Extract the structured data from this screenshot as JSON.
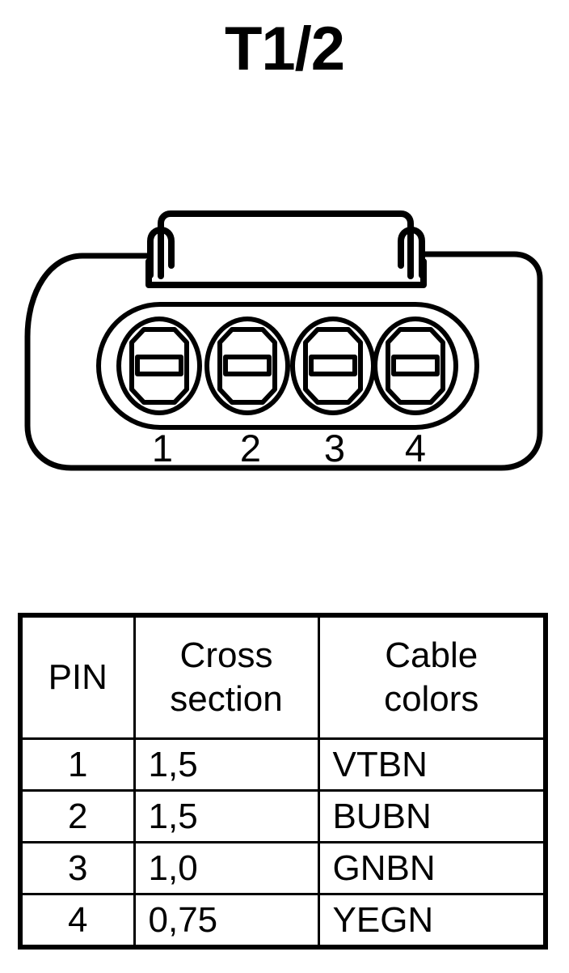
{
  "title": "T1/2",
  "connector": {
    "name": "4-pin automotive connector",
    "orientation": "front view",
    "latch": "top-mounted locking tab",
    "pin_count": 4,
    "pin_labels": [
      "1",
      "2",
      "3",
      "4"
    ],
    "line_color": "#000000",
    "background_color": "#ffffff"
  },
  "table": {
    "headers": [
      {
        "lines": [
          "PIN"
        ]
      },
      {
        "lines": [
          "Cross",
          "section"
        ]
      },
      {
        "lines": [
          "Cable",
          "colors"
        ]
      }
    ],
    "rows": [
      {
        "pin": "1",
        "cross_section": "1,5",
        "cable_colors": "VTBN"
      },
      {
        "pin": "2",
        "cross_section": "1,5",
        "cable_colors": "BUBN"
      },
      {
        "pin": "3",
        "cross_section": "1,0",
        "cable_colors": "GNBN"
      },
      {
        "pin": "4",
        "cross_section": "0,75",
        "cable_colors": "YEGN"
      }
    ]
  }
}
